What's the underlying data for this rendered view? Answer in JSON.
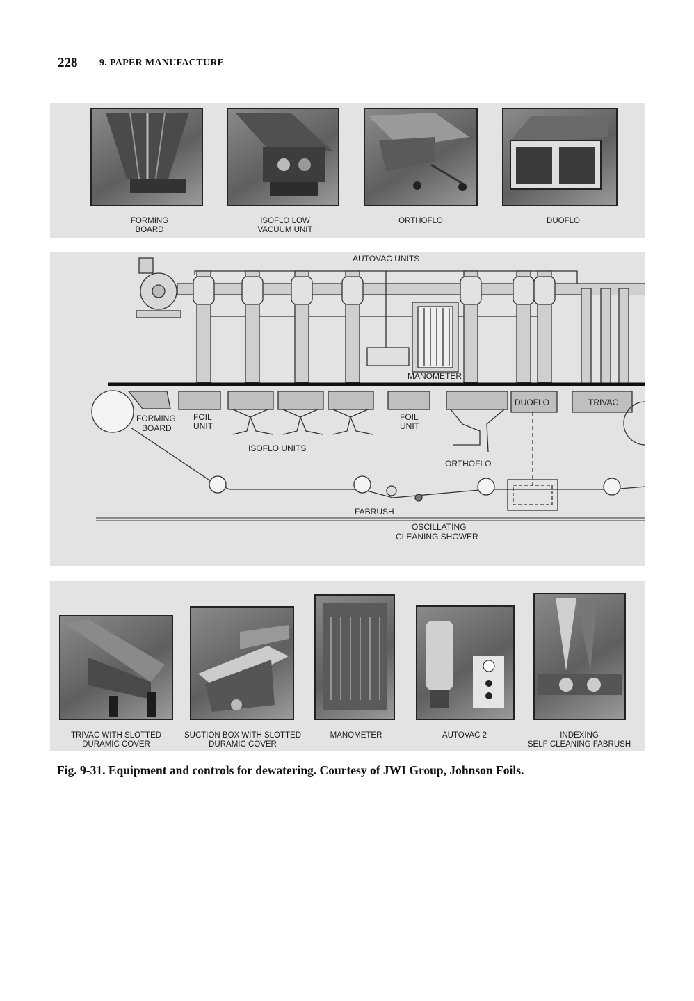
{
  "header": {
    "page_number": "228",
    "chapter_title": "9. PAPER MANUFACTURE"
  },
  "top_photos": [
    {
      "label": "FORMING\nBOARD"
    },
    {
      "label": "ISOFLO LOW\nVACUUM UNIT"
    },
    {
      "label": "ORTHOFLO"
    },
    {
      "label": "DUOFLO"
    }
  ],
  "diagram": {
    "labels": {
      "autovac_units": "AUTOVAC UNITS",
      "manometer": "MANOMETER",
      "forming_board": "FORMING",
      "forming_board_2": "BOARD",
      "foil_unit_left": "FOIL",
      "foil_unit_left_2": "UNIT",
      "isoflo_units": "ISOFLO UNITS",
      "foil_unit_right": "FOIL",
      "foil_unit_right_2": "UNIT",
      "duoflo": "DUOFLO",
      "trivac": "TRIVAC",
      "orthoflo": "ORTHOFLO",
      "fabrush": "FABRUSH",
      "oscillating": "OSCILLATING",
      "cleaning_shower": "CLEANING SHOWER"
    }
  },
  "bottom_photos": [
    {
      "label": "TRIVAC WITH SLOTTED\nDURAMIC COVER"
    },
    {
      "label": "SUCTION BOX WITH SLOTTED\nDURAMIC COVER"
    },
    {
      "label": "MANOMETER"
    },
    {
      "label": "AUTOVAC 2"
    },
    {
      "label": "INDEXING\nSELF CLEANING FABRUSH"
    }
  ],
  "caption": "Fig. 9-31.  Equipment and controls for dewatering.  Courtesy of JWI Group, Johnson Foils."
}
